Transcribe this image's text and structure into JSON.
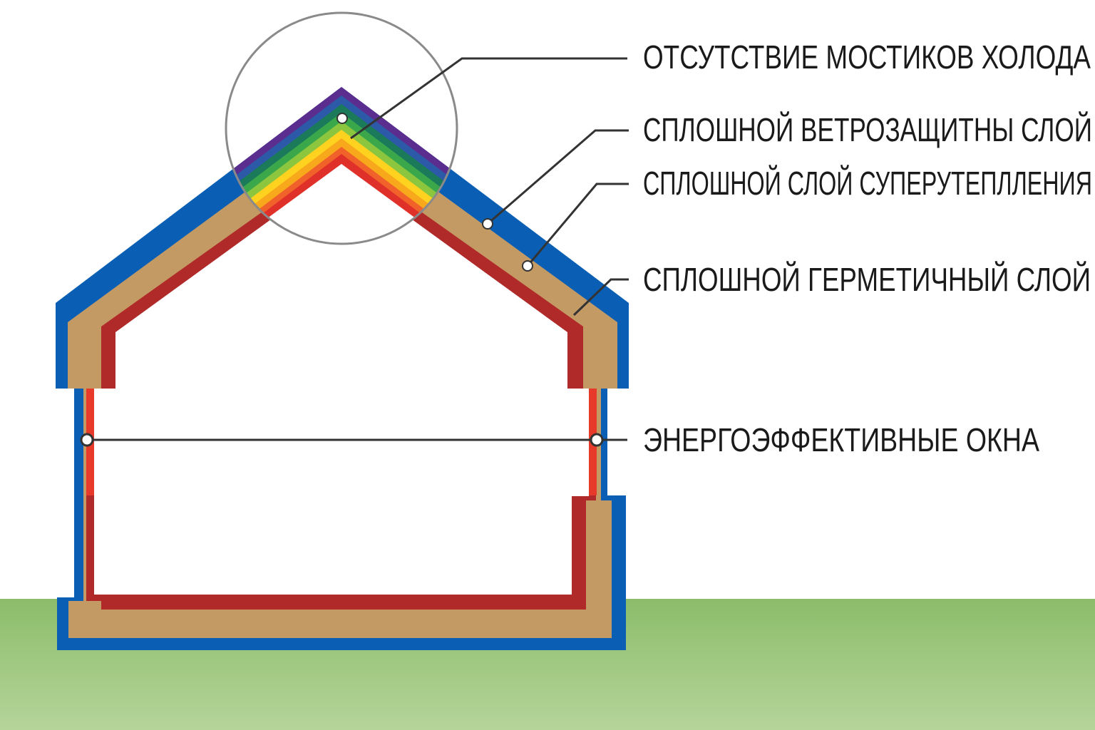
{
  "labels": {
    "no_cold_bridges": "ОТСУТСТВИЕ МОСТИКОВ ХОЛОДА",
    "wind_barrier": "СПЛОШНОЙ ВЕТРОЗАЩИТНЫ СЛОЙ",
    "super_insulation": "СПЛОШНОЙ СЛОЙ СУПЕРУТЕПЛЛЕНИЯ",
    "airtight_layer": "СПЛОШНОЙ ГЕРМЕТИЧНЫЙ СЛОЙ",
    "efficient_windows": "ЭНЕРГОЭФФЕКТИВНЫЕ ОКНА"
  },
  "colors": {
    "wind_barrier": "#0a5fb5",
    "insulation": "#c49a64",
    "airtight": "#b02a2a",
    "window": "#e83a2a",
    "ground_top": "#8cbd6a",
    "ground_bottom": "#b5d49a",
    "leader": "#333333",
    "magnifier": "#8a8a8a",
    "rainbow": [
      "#5b2d8e",
      "#2c5aa8",
      "#1a7a5a",
      "#3aa84a",
      "#8cc63f",
      "#ffd21f",
      "#f7a81b",
      "#f0622a",
      "#e0302a"
    ]
  }
}
